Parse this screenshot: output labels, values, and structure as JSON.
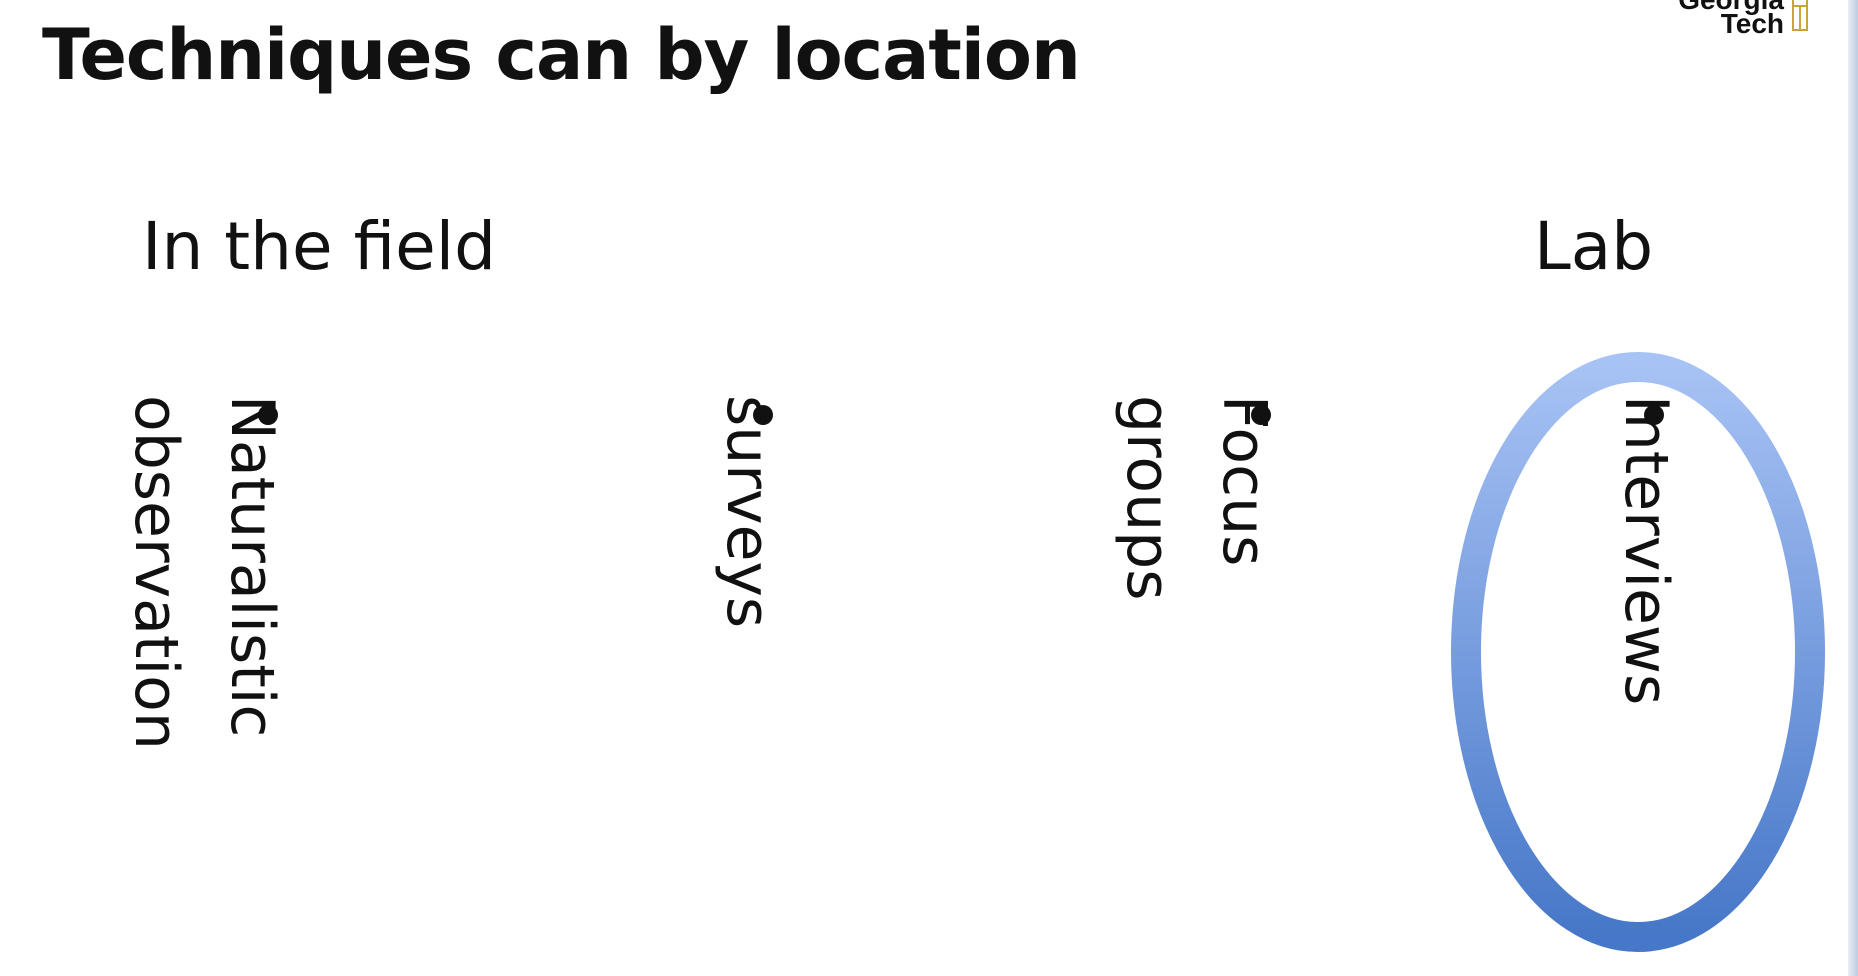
{
  "slide": {
    "title": "Techniques can by location",
    "logo": {
      "line1": "Georgia",
      "line2": "Tech"
    },
    "left_heading": "In the field",
    "right_heading": "Lab",
    "techniques": [
      {
        "line1": "Naturalistic",
        "line2": "observation"
      },
      {
        "line1": "surveys",
        "line2": ""
      },
      {
        "line1": "Focus",
        "line2": "groups"
      },
      {
        "line1": "Interviews",
        "line2": ""
      }
    ],
    "highlighted_technique": "Interviews"
  },
  "colors": {
    "text": "#111111",
    "background": "#ffffff",
    "oval_light": "#9dbaf0",
    "oval_dark": "#4a7dcc",
    "logo_gold": "#c8a43a"
  }
}
